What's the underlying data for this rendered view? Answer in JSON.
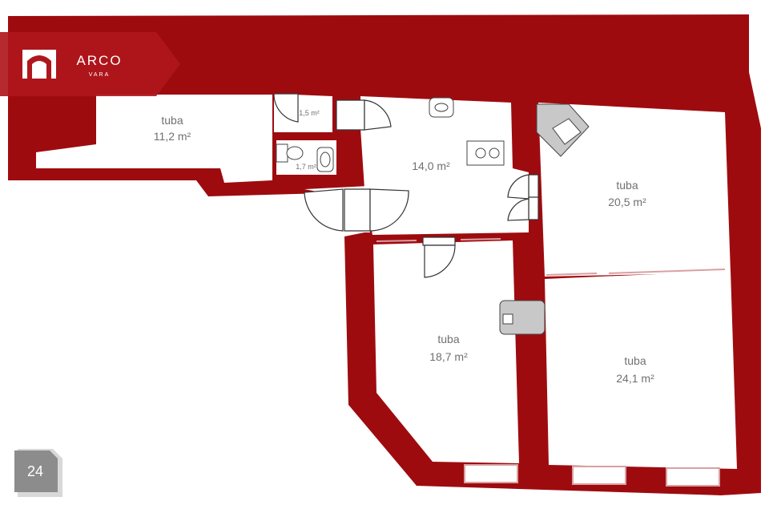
{
  "brand": {
    "name": "ARCO",
    "sub": "VARA",
    "color": "#9e0b0f"
  },
  "wall_color": "#9e0b0f",
  "page_number": "24",
  "rooms": [
    {
      "id": "room-a",
      "name": "tuba",
      "area": "11,2 m²"
    },
    {
      "id": "room-b",
      "name": "",
      "area": "14,0 m²"
    },
    {
      "id": "room-c",
      "name": "tuba",
      "area": "20,5 m²"
    },
    {
      "id": "room-d",
      "name": "tuba",
      "area": "18,7 m²"
    },
    {
      "id": "room-e",
      "name": "tuba",
      "area": "24,1 m²"
    },
    {
      "id": "wc-1",
      "name": "",
      "area": "1,5 m²"
    },
    {
      "id": "wc-2",
      "name": "",
      "area": "1,7 m²"
    }
  ]
}
